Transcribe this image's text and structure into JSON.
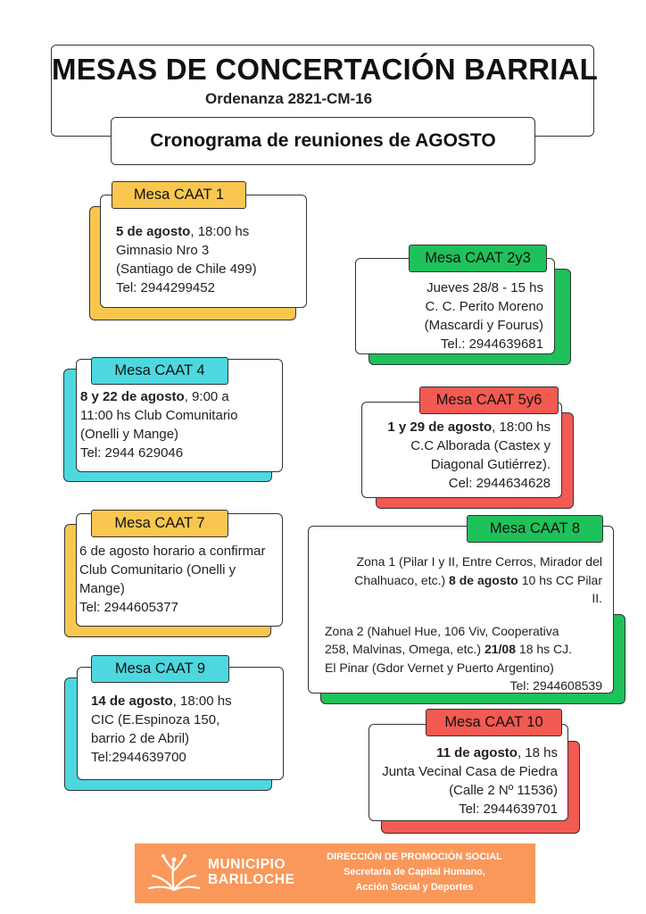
{
  "header": {
    "title": "MESAS DE CONCERTACIÓN BARRIAL",
    "ordinance": "Ordenanza 2821-CM-16",
    "schedule": "Cronograma de reuniones de AGOSTO"
  },
  "colors": {
    "yellow": "#f9c74f",
    "cyan": "#4dd8e0",
    "green": "#1ec15a",
    "red": "#f25a52",
    "footer": "#f9985a"
  },
  "mesas": {
    "caat1": {
      "label": "Mesa CAAT 1",
      "date": "5 de agosto",
      "time": ", 18:00 hs",
      "place": "Gimnasio Nro 3",
      "address": "(Santiago de Chile 499)",
      "phone": "Tel: 2944299452"
    },
    "caat23": {
      "label": "Mesa CAAT 2y3",
      "line1": "Jueves 28/8 - 15 hs",
      "line2": "C. C. Perito Moreno",
      "line3": "(Mascardi y Fourus)",
      "phone": "Tel.: 2944639681"
    },
    "caat4": {
      "label": "Mesa CAAT 4",
      "date": "8 y 22 de agosto",
      "time": ", 9:00 a",
      "line2": "11:00 hs Club Comunitario",
      "line3": "(Onelli y Mange)",
      "phone": "Tel: 2944 629046"
    },
    "caat56": {
      "label": "Mesa CAAT 5y6",
      "date": "1 y 29 de agosto",
      "time": ", 18:00 hs",
      "line2": "C.C Alborada (Castex y",
      "line3": "Diagonal Gutiérrez).",
      "phone": "Cel: 2944634628"
    },
    "caat7": {
      "label": "Mesa CAAT 7",
      "line1": "6 de agosto horario a confirmar",
      "line2": "Club Comunitario (Onelli y",
      "line3": "Mange)",
      "phone": "Tel: 2944605377"
    },
    "caat8": {
      "label": "Mesa CAAT 8",
      "z1_line1": "Zona 1 (Pilar I y II, Entre Cerros, Mirador del",
      "z1_line2a": "Chalhuaco, etc.) ",
      "z1_date": "8 de agosto",
      "z1_line2b": " 10 hs CC  Pilar",
      "z1_line3": "II.",
      "z2_line1": "Zona 2 (Nahuel Hue, 106 Viv, Cooperativa",
      "z2_line2a": "258, Malvinas, Omega, etc.) ",
      "z2_date": "21/08",
      "z2_line2b": " 18 hs CJ.",
      "z2_line3": "El Pinar (Gdor Vernet y Puerto Argentino)",
      "phone": "Tel: 2944608539"
    },
    "caat9": {
      "label": "Mesa CAAT 9",
      "date": "14 de agosto",
      "time": ", 18:00 hs",
      "line2": " CIC (E.Espinoza 150,",
      "line3": "barrio 2 de Abril)",
      "phone": "Tel:2944639700"
    },
    "caat10": {
      "label": "Mesa CAAT 10",
      "date": "11 de agosto",
      "time": ", 18 hs",
      "line2": "Junta Vecinal Casa de Piedra",
      "line3": "(Calle 2 Nº 11536)",
      "phone": "Tel: 2944639701"
    }
  },
  "footer": {
    "logo_line1": "MUNICIPIO",
    "logo_line2": "BARILOCHE",
    "logo_icon": "flower-logo-icon",
    "dept": "DIRECCIÓN DE PROMOCIÓN SOCIAL",
    "secretariat_line1": "Secretaría de Capital Humano,",
    "secretariat_line2": "Acción Social y Deportes"
  }
}
